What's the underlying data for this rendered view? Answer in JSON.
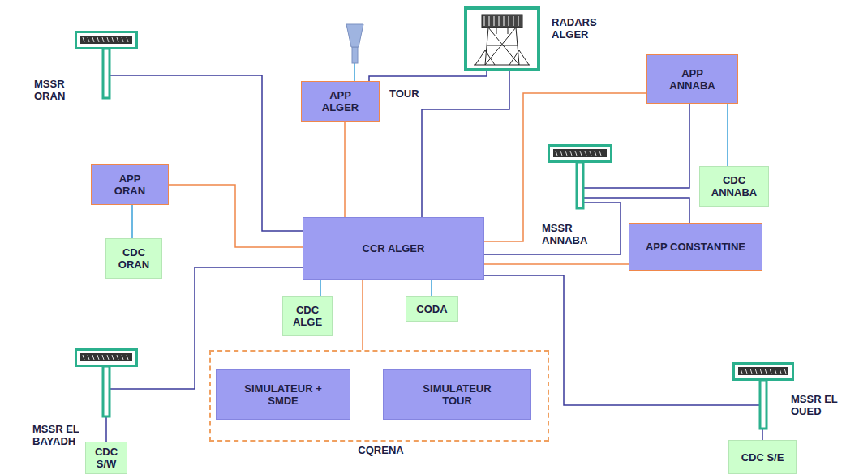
{
  "diagram": {
    "nodes": [
      {
        "text": [
          "MSSR ORAN"
        ]
      },
      {
        "text": [
          "TOUR"
        ]
      },
      {
        "text": [
          "RADARS ALGER"
        ]
      },
      {
        "text": [
          "APP ALGER"
        ]
      },
      {
        "text": [
          "APP ANNABA"
        ]
      },
      {
        "text": [
          "APP ORAN"
        ]
      },
      {
        "text": [
          "CDC ORAN"
        ]
      },
      {
        "text": [
          "MSSR ANNABA"
        ]
      },
      {
        "text": [
          "CDC ANNABA"
        ]
      },
      {
        "text": [
          "CCR ALGER"
        ]
      },
      {
        "text": [
          "APP CONSTANTINE"
        ]
      },
      {
        "text": [
          "CDC ALGE"
        ]
      },
      {
        "text": [
          "CODA"
        ]
      },
      {
        "text": [
          "CQRENA"
        ]
      },
      {
        "text": [
          "SIMULATEUR + SMDE"
        ],
        "in": 13
      },
      {
        "text": [
          "SIMULATEUR TOUR"
        ],
        "in": 13
      },
      {
        "text": [
          "MSSR EL BAYADH"
        ]
      },
      {
        "text": [
          "MSSR EL OUED"
        ]
      },
      {
        "text": [
          "CDC S/W"
        ]
      },
      {
        "text": [
          "CDC S/E"
        ]
      }
    ],
    "edges": [
      {
        "from": 1,
        "to": 3,
        "arrow": "none"
      },
      {
        "from": 2,
        "to": 3,
        "arrow": "none"
      },
      {
        "from": 2,
        "to": 9,
        "arrow": "none"
      },
      {
        "from": 3,
        "to": 9,
        "arrow": "none"
      },
      {
        "from": 0,
        "to": 9,
        "arrow": "none"
      },
      {
        "from": 5,
        "to": 9,
        "arrow": "none"
      },
      {
        "from": 5,
        "to": 6,
        "arrow": "none"
      },
      {
        "from": 4,
        "to": 8,
        "arrow": "none"
      },
      {
        "from": 4,
        "to": 9,
        "arrow": "none"
      },
      {
        "from": 7,
        "to": 4,
        "arrow": "none"
      },
      {
        "from": 7,
        "to": 10,
        "arrow": "none"
      },
      {
        "from": 7,
        "to": 9,
        "arrow": "none"
      },
      {
        "from": 10,
        "to": 9,
        "arrow": "none"
      },
      {
        "from": 9,
        "to": 11,
        "arrow": "none"
      },
      {
        "from": 9,
        "to": 12,
        "arrow": "none"
      },
      {
        "from": 9,
        "to": 13,
        "arrow": "none"
      },
      {
        "from": 9,
        "to": 16,
        "arrow": "none"
      },
      {
        "from": 16,
        "to": 18,
        "arrow": "none"
      },
      {
        "from": 9,
        "to": 17,
        "arrow": "none"
      },
      {
        "from": 17,
        "to": 19,
        "arrow": "none"
      }
    ]
  }
}
